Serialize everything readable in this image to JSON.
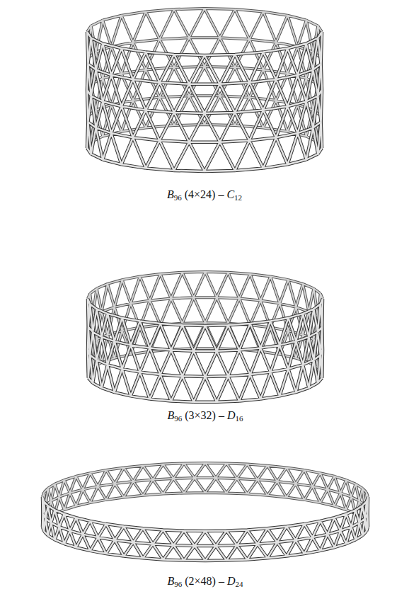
{
  "diagram": {
    "labels": [
      "B96 (4×24) – C12",
      "B96 (3×32) – D16",
      "B96 (2×48) – D24"
    ]
  }
}
